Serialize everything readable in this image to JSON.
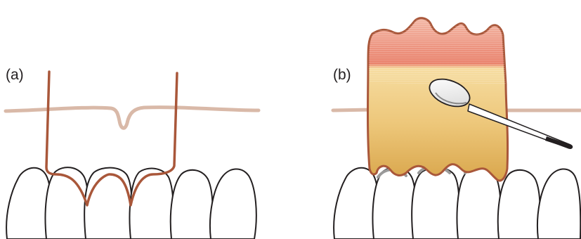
{
  "panels": [
    {
      "id": "a",
      "label": "(a)"
    },
    {
      "id": "b",
      "label": "(b)"
    }
  ],
  "colors": {
    "outline": "#a9573a",
    "gum_line": "#d9b9a8",
    "tooth_stroke": "#231f20",
    "tooth_fill": "#ffffff",
    "material_top": "#e98e76",
    "material_bottom": "#dcae55",
    "instrument": "#555555"
  }
}
